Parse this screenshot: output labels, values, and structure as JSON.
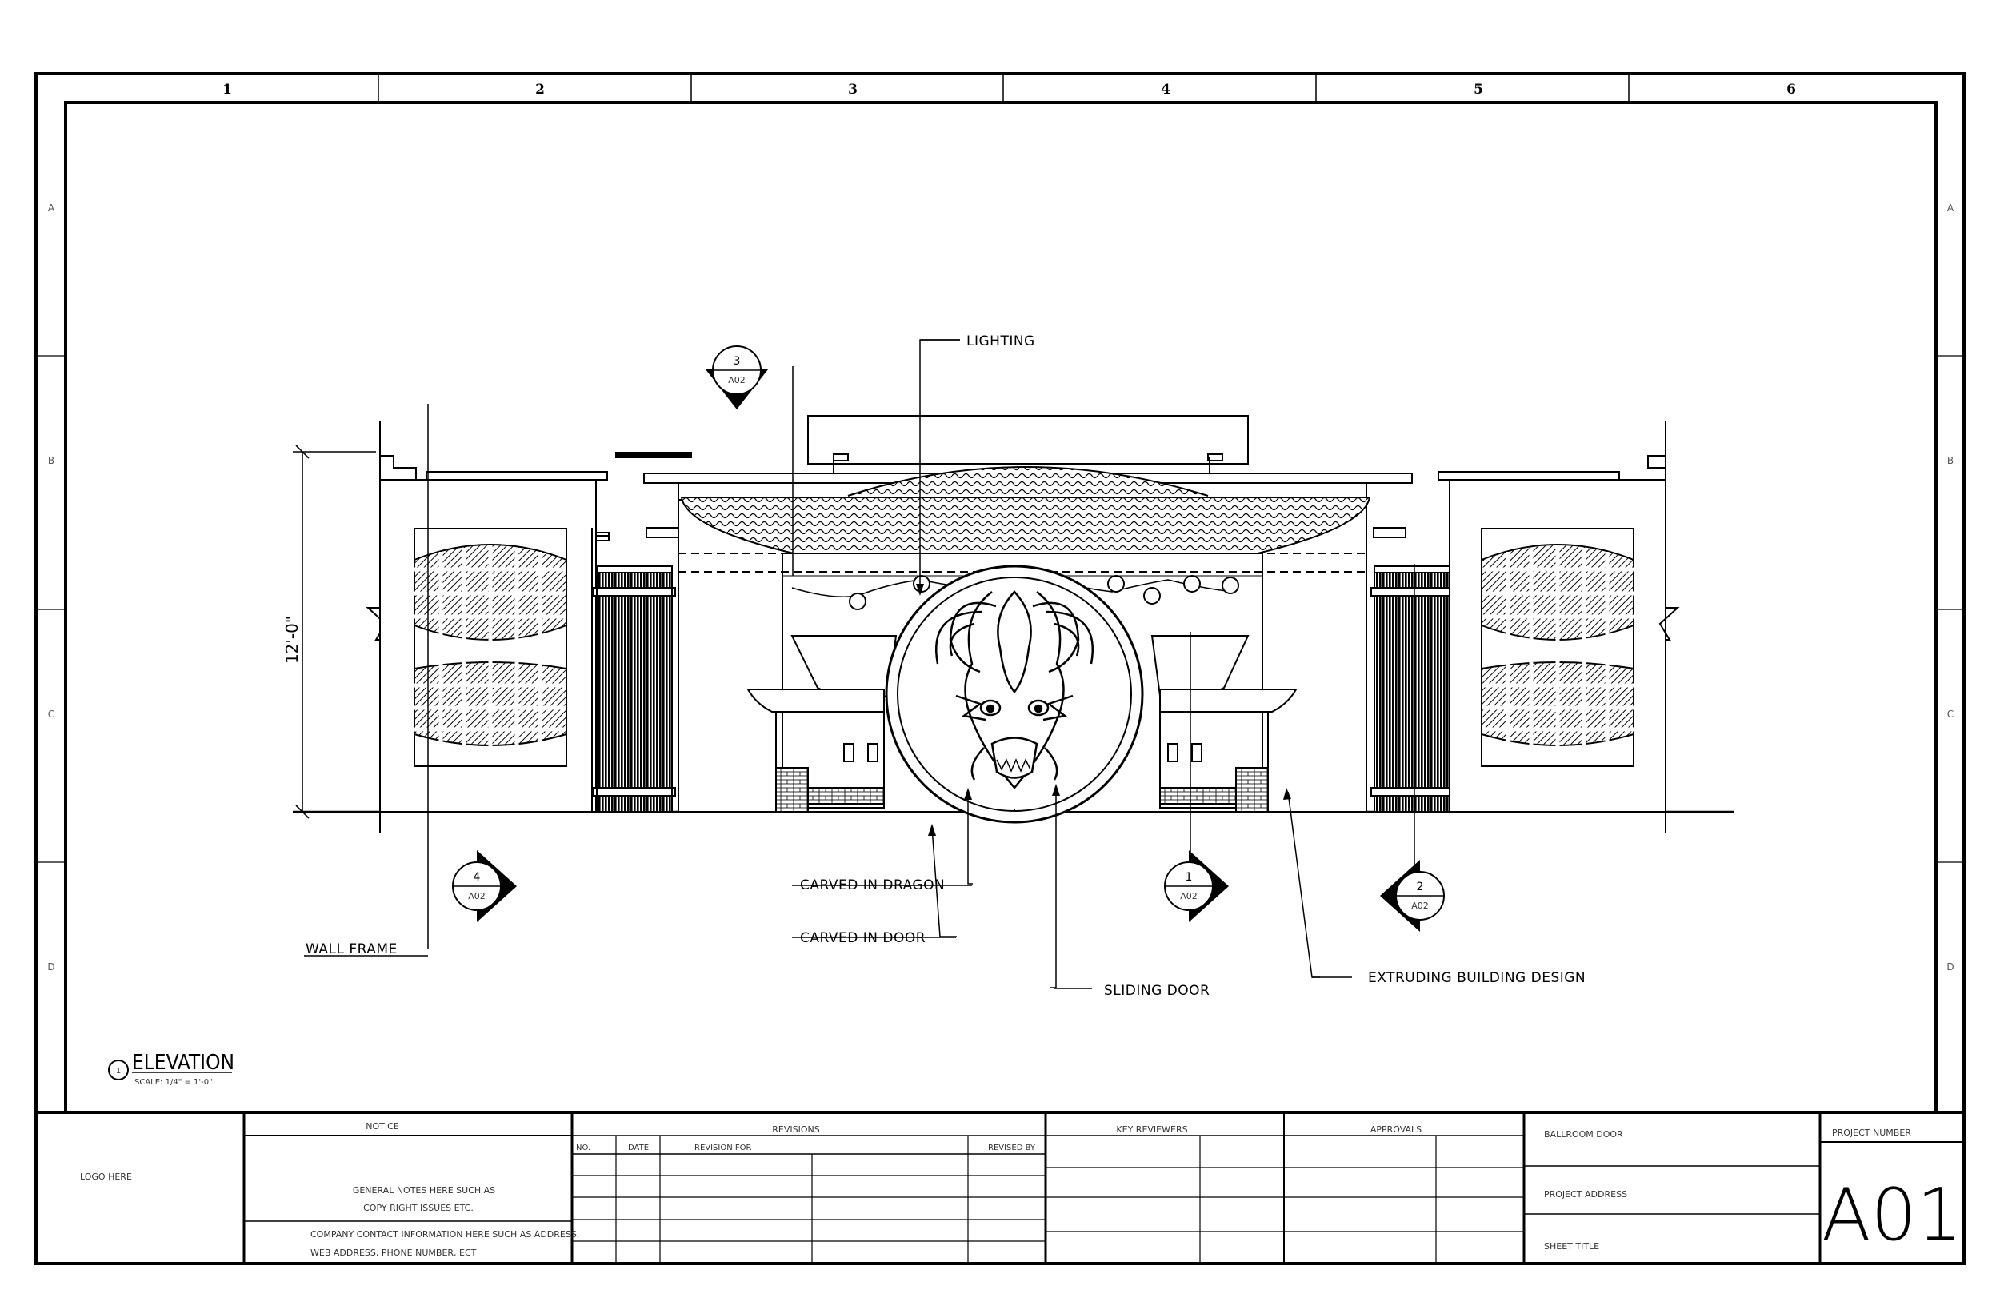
{
  "grid": {
    "columns": [
      "1",
      "2",
      "3",
      "4",
      "5",
      "6"
    ],
    "rows": [
      "A",
      "B",
      "C",
      "D"
    ]
  },
  "drawing": {
    "dimension": "12'-0\"",
    "callouts": {
      "lighting": "LIGHTING",
      "carved_dragon": "CARVED IN DRAGON",
      "carved_door": "CARVED IN DOOR",
      "wall_frame": "WALL FRAME",
      "sliding_door": "SLIDING DOOR",
      "extruding": "EXTRUDING BUILDING DESIGN"
    },
    "section_markers": [
      {
        "number": "3",
        "sheet": "A02"
      },
      {
        "number": "4",
        "sheet": "A02"
      },
      {
        "number": "1",
        "sheet": "A02"
      },
      {
        "number": "2",
        "sheet": "A02"
      }
    ],
    "elevation_title": {
      "number": "1",
      "title": "ELEVATION",
      "scale": "SCALE: 1/4\" = 1'-0\""
    }
  },
  "title_block": {
    "logo": "LOGO HERE",
    "notice_header": "NOTICE",
    "notice_text_1": "GENERAL NOTES HERE SUCH AS",
    "notice_text_2": "COPY RIGHT ISSUES ETC.",
    "company_text_1": "COMPANY CONTACT INFORMATION HERE SUCH AS ADDRESS,",
    "company_text_2": "WEB ADDRESS, PHONE NUMBER, ECT",
    "revisions_header": "REVISIONS",
    "revisions_columns": [
      "NO.",
      "DATE",
      "REVISION FOR",
      "REVISED BY"
    ],
    "key_reviewers": "KEY REVIEWERS",
    "approvals": "APPROVALS",
    "project_name": "BALLROOM DOOR",
    "project_address": "PROJECT ADDRESS",
    "sheet_title": "SHEET TITLE",
    "project_number_label": "PROJECT NUMBER",
    "sheet_number": "A01"
  }
}
